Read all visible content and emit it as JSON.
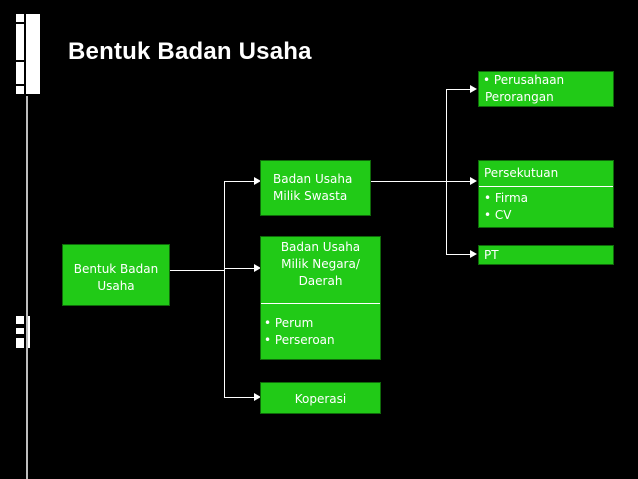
{
  "slide": {
    "title": "Bentuk Badan Usaha"
  },
  "diagram": {
    "root": {
      "label_line1": "Bentuk Badan",
      "label_line2": "Usaha"
    },
    "swasta": {
      "label_line1": "Badan Usaha",
      "label_line2": "Milik Swasta"
    },
    "negara": {
      "label_line1": "Badan Usaha",
      "label_line2": "Milik Negara/",
      "label_line3": "Daerah",
      "items": [
        "• Perum",
        "• Perseroan"
      ]
    },
    "koperasi": {
      "label": "Koperasi"
    },
    "perorangan": {
      "label_line1": "• Perusahaan",
      "label_line2": "Perorangan"
    },
    "persekutuan": {
      "label": "Persekutuan",
      "items": [
        "• Firma",
        "• CV"
      ]
    },
    "pt": {
      "label": "PT"
    }
  },
  "colors": {
    "box_fill": "#21ca17",
    "background": "#000000",
    "text": "#ffffff",
    "line": "#ffffff"
  }
}
